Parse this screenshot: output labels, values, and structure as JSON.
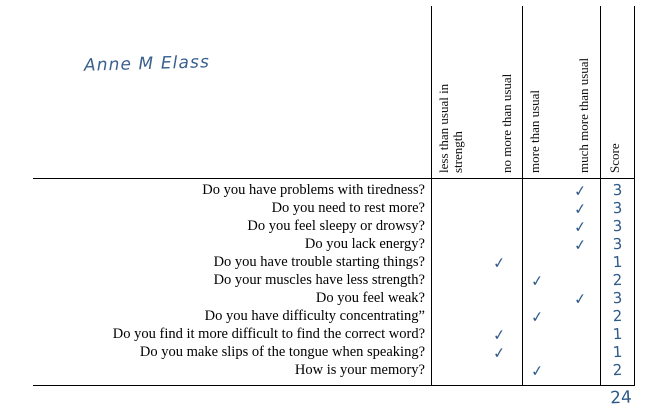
{
  "form": {
    "patient_name": "Anne M Elass",
    "columns": [
      {
        "key": "less_than_usual",
        "label": "less than usual in\nstrength"
      },
      {
        "key": "no_more_than_usual",
        "label": "no more than usual"
      },
      {
        "key": "more_than_usual",
        "label": "more than usual"
      },
      {
        "key": "much_more_than_usual",
        "label": "much more than usual"
      },
      {
        "key": "score",
        "label": "Score"
      }
    ],
    "check_glyph": "✓",
    "ink_color": "#2f5a88",
    "rows": [
      {
        "question": "Do you have problems with tiredness?",
        "checked_column": 3,
        "score": "3"
      },
      {
        "question": "Do you need to rest more?",
        "checked_column": 3,
        "score": "3"
      },
      {
        "question": "Do you feel sleepy or drowsy?",
        "checked_column": 3,
        "score": "3"
      },
      {
        "question": "Do you lack energy?",
        "checked_column": 3,
        "score": "3"
      },
      {
        "question": "Do you have trouble starting things?",
        "checked_column": 1,
        "score": "1"
      },
      {
        "question": "Do your muscles have less strength?",
        "checked_column": 2,
        "score": "2"
      },
      {
        "question": "Do you feel weak?",
        "checked_column": 3,
        "score": "3"
      },
      {
        "question": "Do you have difficulty concentrating”",
        "checked_column": 2,
        "score": "2"
      },
      {
        "question": "Do you find it more difficult to find the correct word?",
        "checked_column": 1,
        "score": "1"
      },
      {
        "question": "Do you make slips of the tongue when speaking?",
        "checked_column": 1,
        "score": "1"
      },
      {
        "question": "How is your memory?",
        "checked_column": 2,
        "score": "2"
      }
    ],
    "total_score": "24"
  }
}
